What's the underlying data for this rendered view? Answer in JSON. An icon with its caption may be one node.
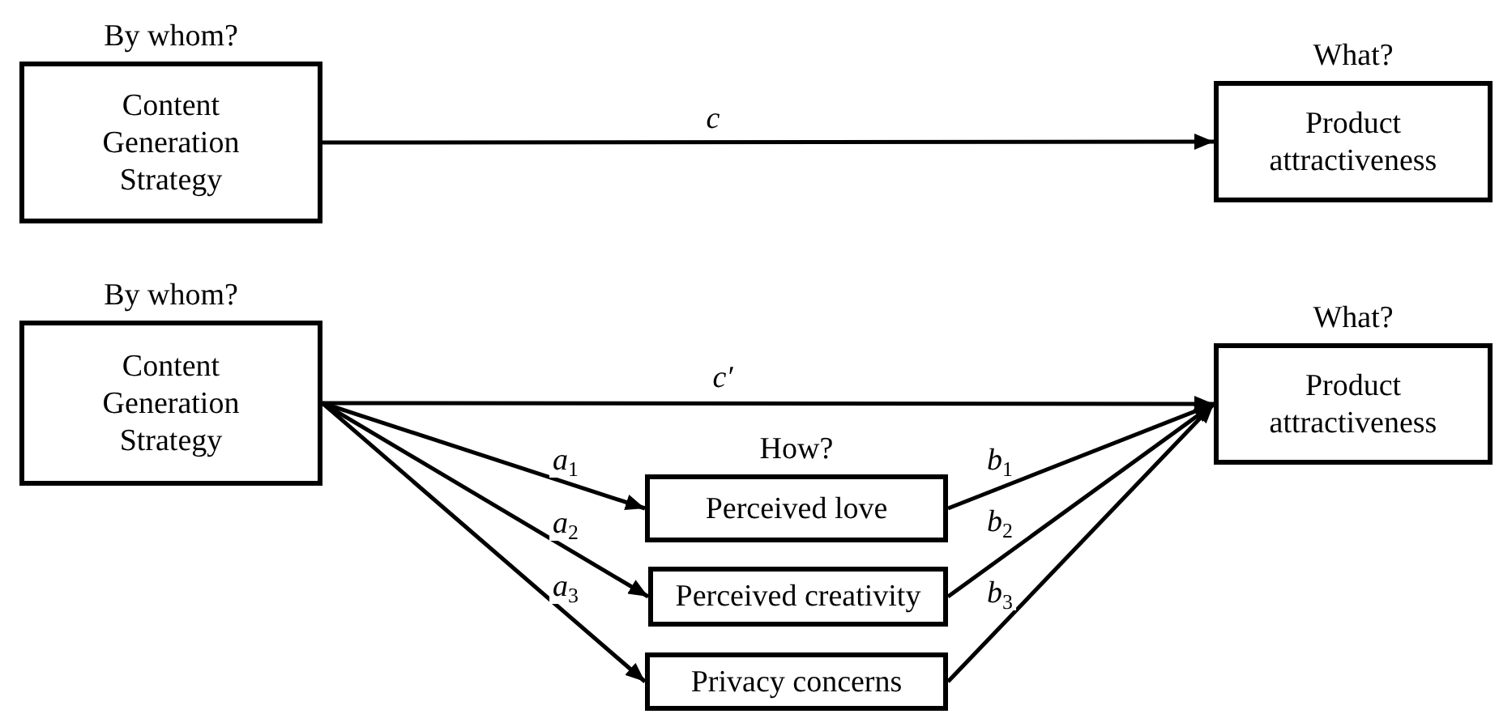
{
  "diagram": {
    "nodes": [
      {
        "text": [
          "By whom?",
          "Content Generation Strategy"
        ]
      },
      {
        "text": [
          "What?",
          "Product attractiveness"
        ]
      },
      {
        "text": [
          "By whom?",
          "Content Generation Strategy"
        ]
      },
      {
        "text": [
          "What?",
          "Product attractiveness"
        ]
      },
      {
        "text": [
          "How?",
          "Perceived love"
        ]
      },
      {
        "text": [
          "Perceived creativity"
        ]
      },
      {
        "text": [
          "Privacy concerns"
        ]
      }
    ],
    "edges": [
      {
        "from": 0,
        "to": 1,
        "arrow": "to",
        "label": "c"
      },
      {
        "from": 2,
        "to": 3,
        "arrow": "to",
        "label": "c′"
      },
      {
        "from": 2,
        "to": 4,
        "arrow": "to",
        "label": "a$_{1}$"
      },
      {
        "from": 2,
        "to": 5,
        "arrow": "to",
        "label": "a$_{2}$"
      },
      {
        "from": 2,
        "to": 6,
        "arrow": "to",
        "label": "a$_{3}$"
      },
      {
        "from": 4,
        "to": 3,
        "arrow": "to",
        "label": "b$_{1}$"
      },
      {
        "from": 5,
        "to": 3,
        "arrow": "to",
        "label": "b$_{2}$"
      },
      {
        "from": 6,
        "to": 3,
        "arrow": "to",
        "label": "b$_{3}$"
      }
    ]
  }
}
